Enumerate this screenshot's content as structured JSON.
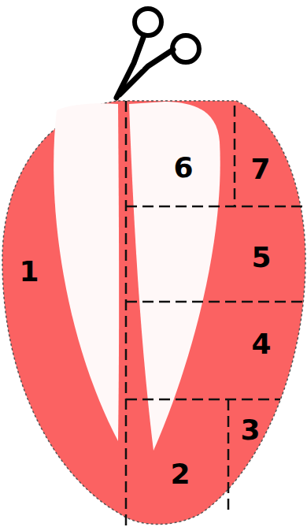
{
  "diagram": {
    "labels": [
      "6",
      "7",
      "1",
      "5",
      "4",
      "3",
      "2"
    ]
  }
}
